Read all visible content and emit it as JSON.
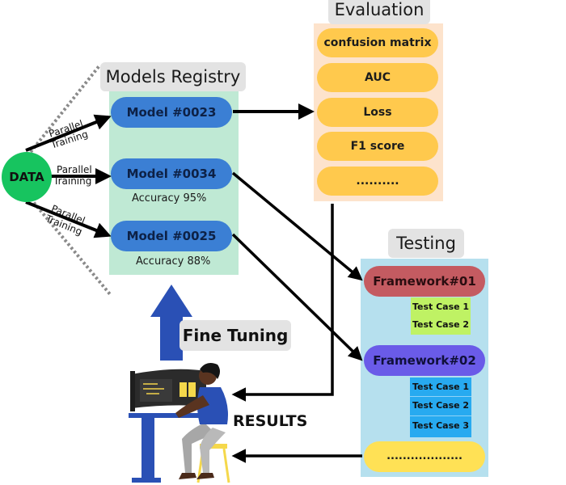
{
  "data_node": {
    "label": "DATA"
  },
  "models_registry": {
    "title": "Models Registry",
    "models": [
      {
        "label": "Model #0023",
        "accuracy": ""
      },
      {
        "label": "Model #0034",
        "accuracy": "Accuracy 95%"
      },
      {
        "label": "Model #0025",
        "accuracy": "Accuracy 88%"
      }
    ]
  },
  "edges": {
    "train1": {
      "line1": "Parallel",
      "line2": "Training"
    },
    "train2": {
      "line1": "Parallel",
      "line2": "Training"
    },
    "train3": {
      "line1": "Parallel",
      "line2": "Training"
    }
  },
  "evaluation": {
    "title": "Evaluation",
    "items": [
      "confusion matrix",
      "AUC",
      "Loss",
      "F1 score",
      ".........."
    ]
  },
  "testing": {
    "title": "Testing",
    "framework1": {
      "label": "Framework#01",
      "tests": [
        "Test Case 1",
        "Test Case 2"
      ]
    },
    "framework2": {
      "label": "Framework#02",
      "tests": [
        "Test Case 1",
        "Test Case 2",
        "Test Case 3"
      ]
    },
    "more": "..................."
  },
  "fine_tuning": {
    "label": "Fine Tuning"
  },
  "results": {
    "label": "RESULTS"
  },
  "colors": {
    "data_node": "#17c45f",
    "registry_bg": "#bfe9d4",
    "model_pill": "#3b7fd4",
    "evaluation_bg": "#fde3cc",
    "evaluation_pill": "#ffc94d",
    "testing_bg": "#b6e0ee",
    "framework1": "#c45b61",
    "framework2": "#6a5be8",
    "test_green": "#bff264",
    "test_blue": "#27aaf0",
    "up_arrow": "#2a50b5"
  }
}
